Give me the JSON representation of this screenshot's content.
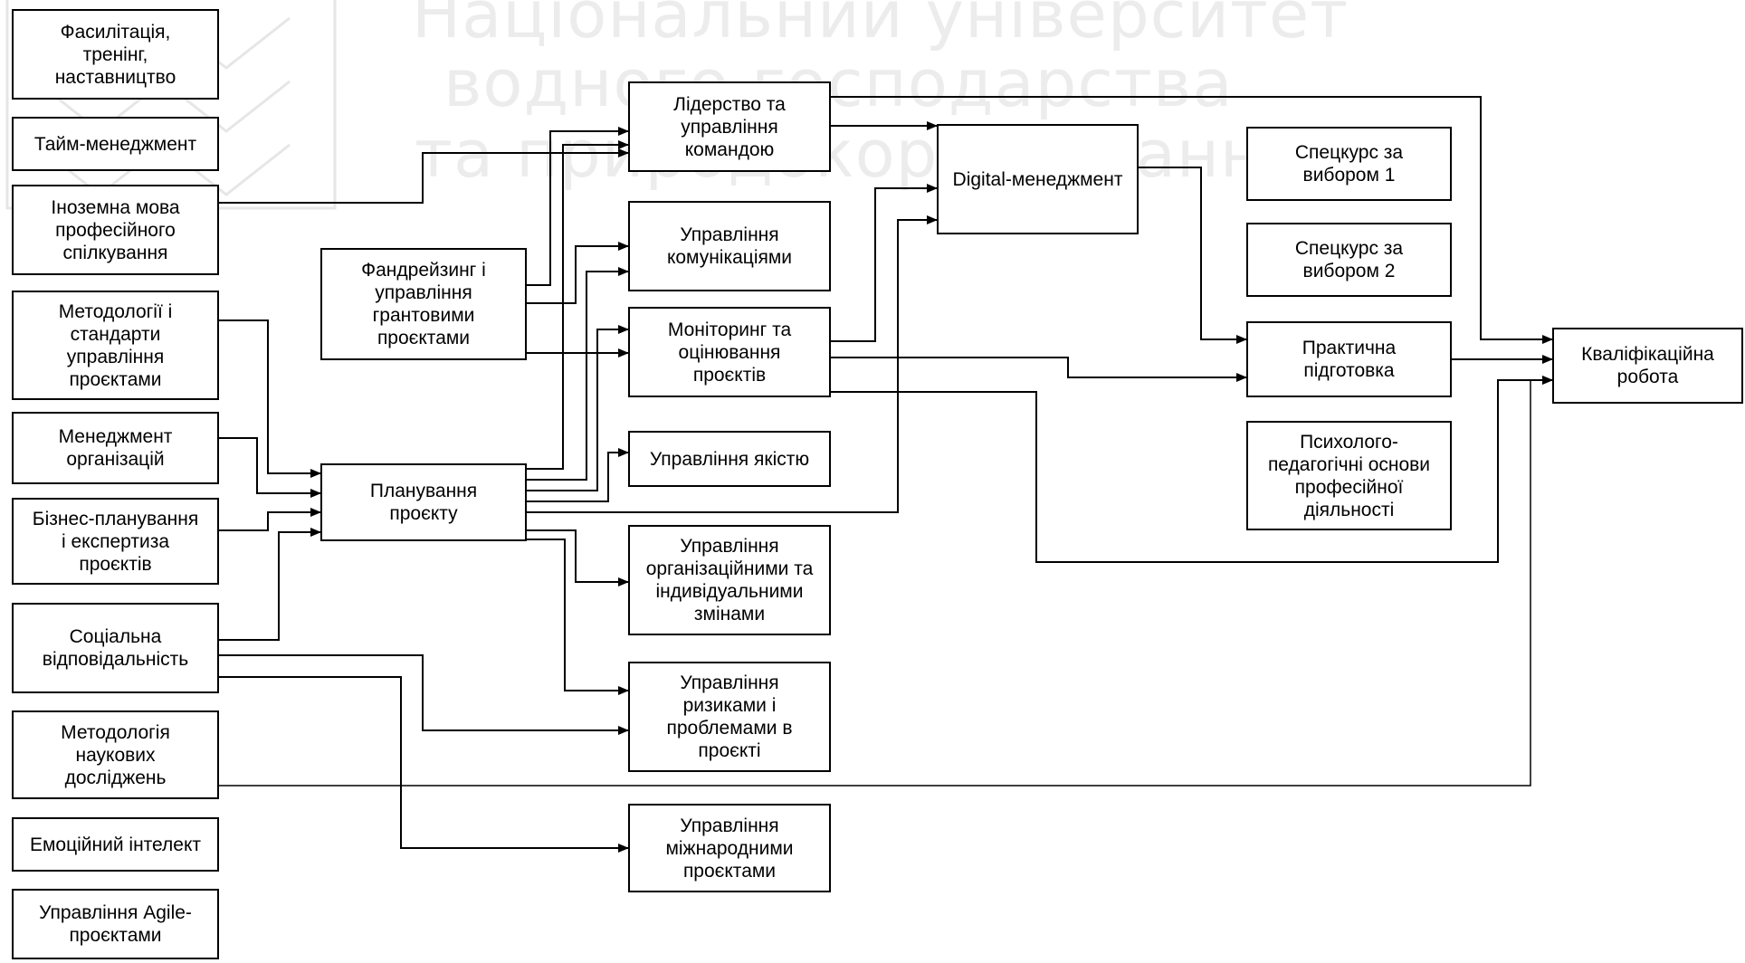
{
  "watermark": {
    "line1": "Національний університет",
    "line2": "водного господарства",
    "line3": "та природокористування"
  },
  "colors": {
    "stroke": "#000000",
    "watermark": "#e2e2e2",
    "box_fill": "#ffffff"
  },
  "boxes": {
    "facilitation": "Фасилітація,\nтренінг,\nнаставництво",
    "time_management": "Тайм-менеджмент",
    "foreign_language": "Іноземна мова\nпрофесійного\nспілкування",
    "pm_methodologies": "Методології і\nстандарти\nуправління\nпроєктами",
    "org_management": "Менеджмент\nорганізацій",
    "business_planning": "Бізнес-планування\nі експертиза\nпроєктів",
    "social_responsibility": "Соціальна\nвідповідальність",
    "research_methodology": "Методологія\nнаукових\nдосліджень",
    "emotional_intelligence": "Емоційний інтелект",
    "agile": "Управління Agile-\nпроєктами",
    "fundraising": "Фандрейзинг і\nуправління\nгрантовими\nпроєктами",
    "project_planning": "Планування\nпроєкту",
    "leadership": "Лідерство та\nуправління\nкомандою",
    "communications": "Управління\nкомунікаціями",
    "monitoring": "Моніторинг та\nоцінювання\nпроєктів",
    "quality": "Управління якістю",
    "change_management": "Управління\nорганізаційними та\nіндивідуальними\nзмінами",
    "risk_management": "Управління\nризиками і\nпроблемами в\nпроєкті",
    "international_projects": "Управління\nміжнародними\nпроєктами",
    "digital_management": "Digital-менеджмент",
    "elective_1": "Спецкурс за\nвибором 1",
    "elective_2": "Спецкурс за\nвибором 2",
    "practical_training": "Практична\nпідготовка",
    "psych_pedagogy": "Психолого-\nпедагогічні основи\nпрофесійної\nдіяльності",
    "qualification_work": "Кваліфікаційна\nробота"
  }
}
